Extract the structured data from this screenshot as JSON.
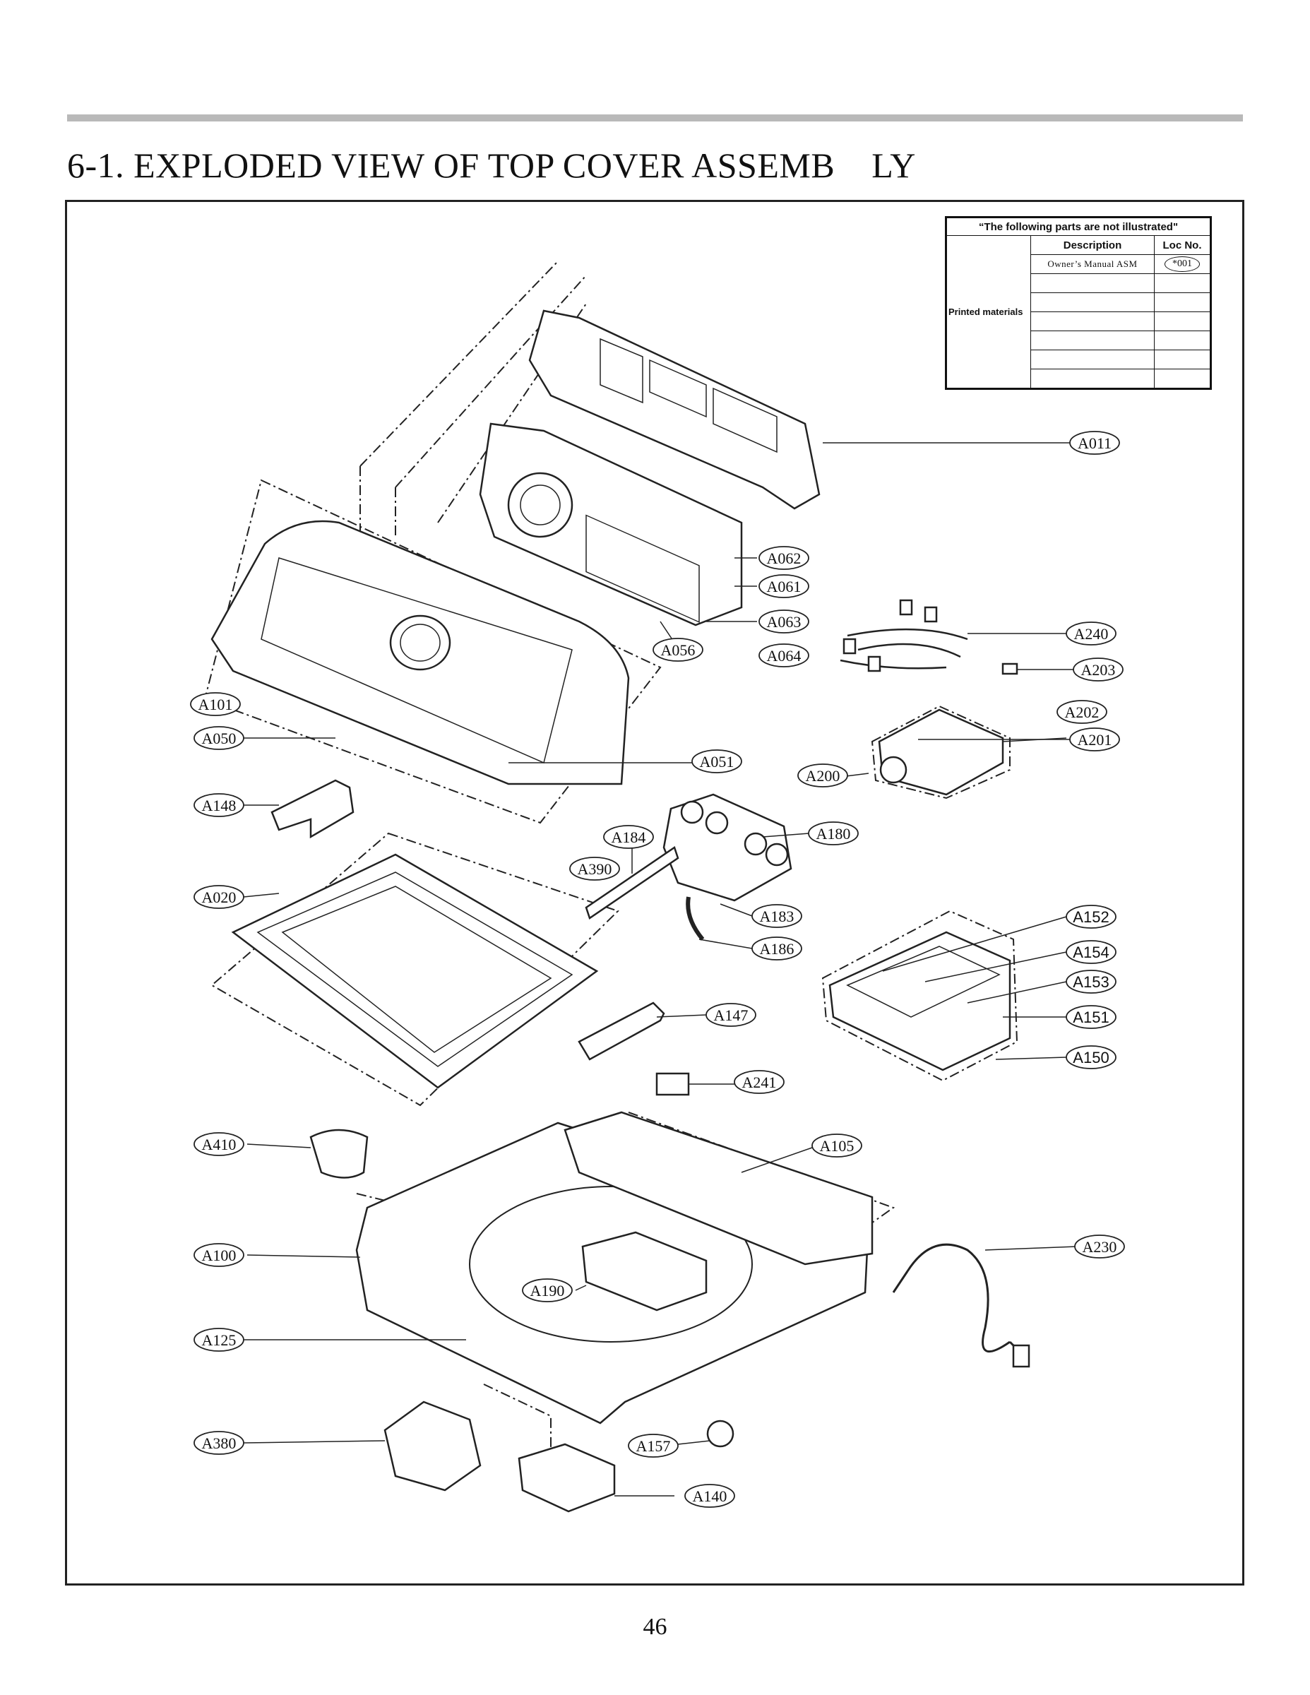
{
  "header": {
    "title": "6-1. EXPLODED VIEW OF TOP COVER ASSEMB    LY"
  },
  "parts_table": {
    "caption": "“The following parts are not illustrated\"",
    "col_description": "Description",
    "col_loc": "Loc No.",
    "category": "Printed materials",
    "rows": [
      {
        "description": "Owner’s  Manual ASM",
        "loc": "*001"
      },
      {
        "description": "",
        "loc": ""
      },
      {
        "description": "",
        "loc": ""
      },
      {
        "description": "",
        "loc": ""
      },
      {
        "description": "",
        "loc": ""
      },
      {
        "description": "",
        "loc": ""
      },
      {
        "description": "",
        "loc": ""
      }
    ]
  },
  "callouts": {
    "A011": "A011",
    "A062": "A062",
    "A061": "A061",
    "A063": "A063",
    "A064": "A064",
    "A056": "A056",
    "A240": "A240",
    "A203": "A203",
    "A202": "A202",
    "A201": "A201",
    "A200": "A200",
    "A101": "A101",
    "A050": "A050",
    "A051": "A051",
    "A148": "A148",
    "A184": "A184",
    "A180": "A180",
    "A390": "A390",
    "A183": "A183",
    "A186": "A186",
    "A020": "A020",
    "A152": "A152",
    "A154": "A154",
    "A153": "A153",
    "A151": "A151",
    "A150": "A150",
    "A147": "A147",
    "A241": "A241",
    "A410": "A410",
    "A105": "A105",
    "A100": "A100",
    "A230": "A230",
    "A190": "A190",
    "A125": "A125",
    "A380": "A380",
    "A157": "A157",
    "A140": "A140"
  },
  "footer": {
    "page_number": "46"
  }
}
